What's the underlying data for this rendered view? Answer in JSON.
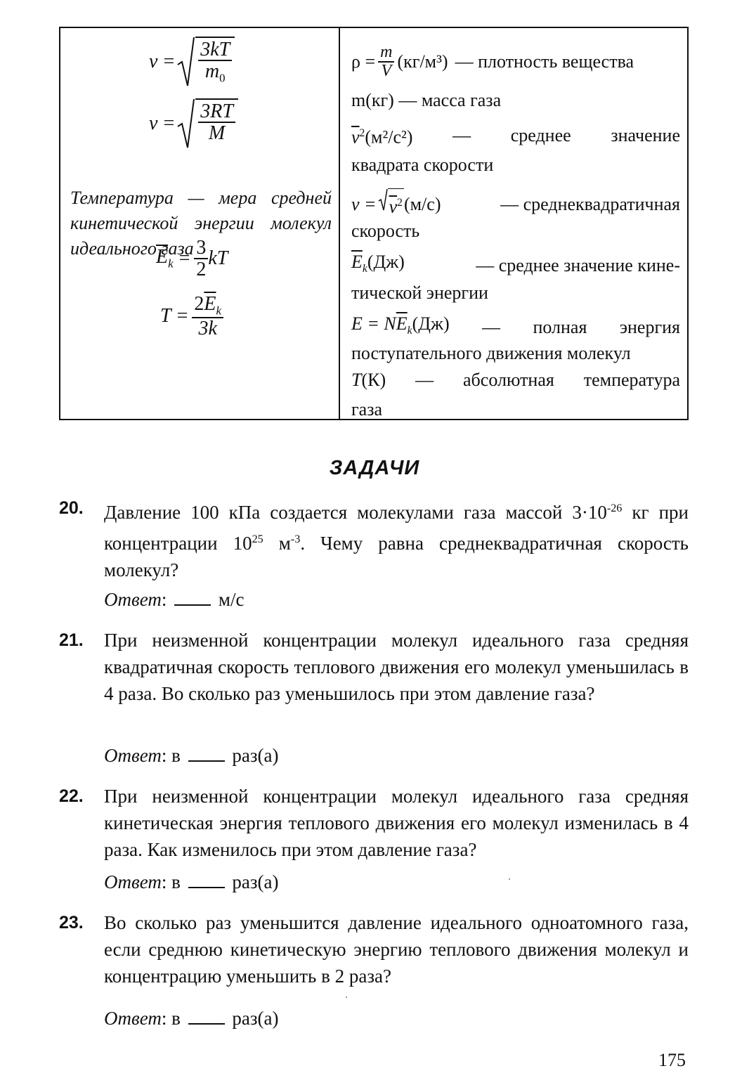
{
  "table": {
    "left": {
      "f_v1": {
        "lhs": "v",
        "num": "3kT",
        "den": "m",
        "den_sub": "0"
      },
      "f_v2": {
        "lhs": "v",
        "num": "3RT",
        "den": "M"
      },
      "temperature_text": "Температура — мера средней кинетической энергии молекул идеального газа",
      "f_ek": {
        "lhs": "E",
        "lhs_sub": "k",
        "num": "3",
        "den": "2",
        "rhs": "kT"
      },
      "f_t": {
        "lhs": "T",
        "num_coef": "2",
        "num_sym": "E",
        "num_sub": "k",
        "den": "3k"
      }
    },
    "right": {
      "rho_lhs": "ρ =",
      "rho_num": "m",
      "rho_den": "V",
      "rho_unit": "(кг/м³)",
      "rho_desc": "— плотность вещества",
      "mass": "m(кг) — масса газа",
      "v2_sym": "v",
      "v2_unit": "(м²/с²)",
      "v2_dash": "—",
      "v2_w1": "среднее",
      "v2_w2": "значение",
      "v2_cont": "квадрата скорости",
      "vrms_lhs": "v =",
      "vrms_unit": "(м/с)",
      "vrms_desc": "— среднеквадратичная",
      "vrms_cont": "скорость",
      "ek_sym": "E",
      "ek_sub": "k",
      "ek_unit": "(Дж)",
      "ek_desc": "— среднее значение кине-",
      "ek_cont": "тической энергии",
      "etot_lhs": "E = N",
      "etot_sym": "E",
      "etot_sub": "k",
      "etot_unit": "(Дж)",
      "etot_dash": "—",
      "etot_w1": "полная",
      "etot_w2": "энергия",
      "etot_cont": "поступательного движения молекул",
      "t_sym": "T",
      "t_unit": "(К)",
      "t_dash": "—",
      "t_w1": "абсолютная",
      "t_w2": "температура",
      "t_cont": "газа"
    }
  },
  "heading": "ЗАДАЧИ",
  "problems": [
    {
      "num": "20.",
      "text_a": "Давление 100 кПа создается молекулами газа массой 3·10",
      "text_a_sup": "-26",
      "text_b": " кг при концентрации 10",
      "text_b_sup": "25",
      "text_c": " м",
      "text_c_sup": "-3",
      "text_d": ". Чему равна среднеквадратичная скорость молекул?",
      "answer_label": "Ответ",
      "answer_prefix": ":",
      "answer_unit": "м/с"
    },
    {
      "num": "21.",
      "text": "При неизменной концентрации молекул идеального газа средняя квадратичная скорость теплового движения его молекул уменьшилась в 4 раза. Во сколько раз уменьшилось при этом давление газа?",
      "answer_label": "Ответ",
      "answer_prefix": ": в",
      "answer_unit": "раз(а)"
    },
    {
      "num": "22.",
      "text": "При неизменной концентрации молекул идеального газа средняя кинетическая энергия теплового движения его молекул изменилась в 4 раза. Как изменилось при этом давление газа?",
      "answer_label": "Ответ",
      "answer_prefix": ": в",
      "answer_unit": "раз(а)"
    },
    {
      "num": "23.",
      "text": "Во сколько раз уменьшится давление идеального одноатомного газа, если среднюю кинетическую энергию теплового движения молекул и концентрацию уменьшить в 2 раза?",
      "answer_label": "Ответ",
      "answer_prefix": ": в",
      "answer_unit": "раз(а)"
    }
  ],
  "page_number": "175"
}
